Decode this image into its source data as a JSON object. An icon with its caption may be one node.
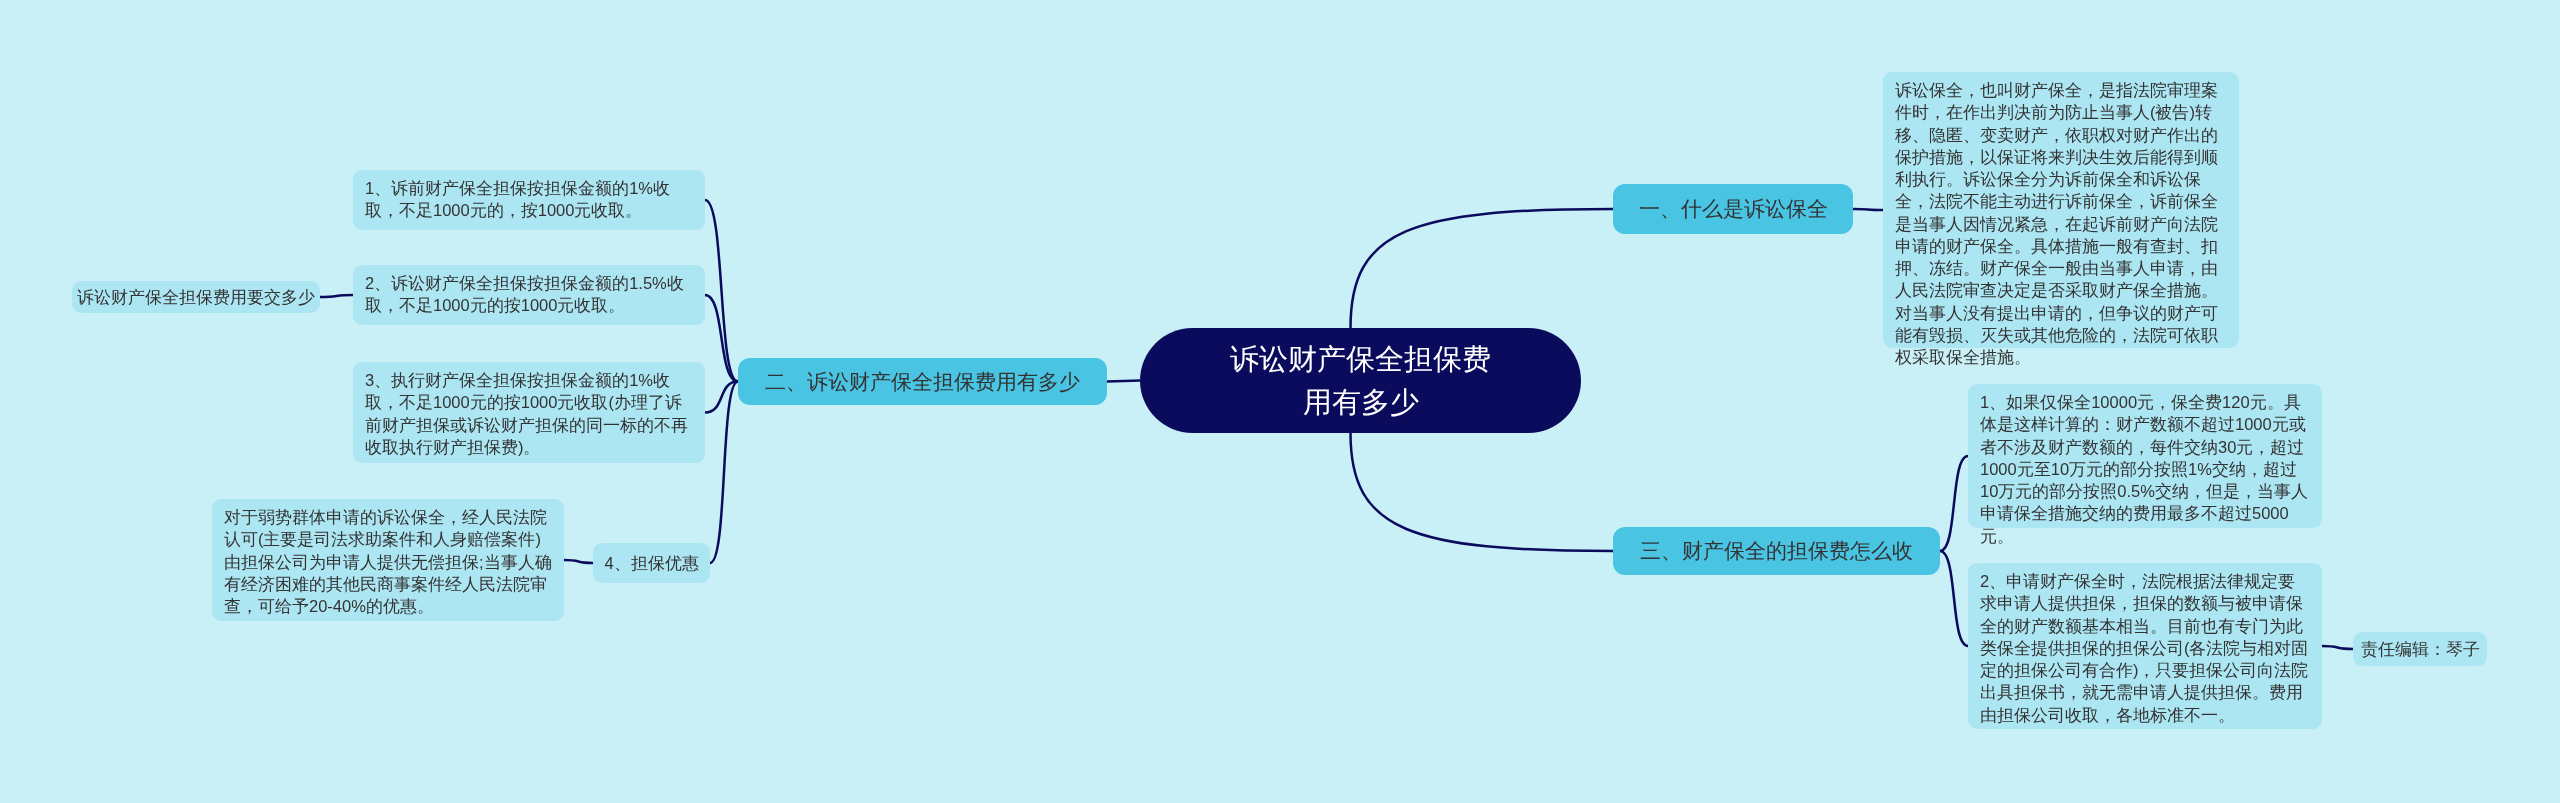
{
  "diagram": {
    "nodes": [
      {
        "text": [
          "诉讼财产保全担保费用有多少"
        ]
      },
      {
        "text": [
          "一、什么是诉讼保全"
        ]
      },
      {
        "text": [
          "诉讼保全，也叫财产保全，是指法院审理案件时，在作出判决前为防止当事人(被告)转移、隐匿、变卖财产，依职权对财产作出的保护措施，以保证将来判决生效后能得到顺利执行。诉讼保全分为诉前保全和诉讼保全，法院不能主动进行诉前保全，诉前保全是当事人因情况紧急，在起诉前财产向法院申请的财产保全。具体措施一般有查封、扣押、冻结。财产保全一般由当事人申请，由人民法院审查决定是否采取财产保全措施。对当事人没有提出申请的，但争议的财产可能有毁损、灭失或其他危险的，法院可依职权采取保全措施。"
        ]
      },
      {
        "text": [
          "二、诉讼财产保全担保费用有多少"
        ]
      },
      {
        "text": [
          "1、诉前财产保全担保按担保金额的1%收取，不足1000元的，按1000元收取。"
        ]
      },
      {
        "text": [
          "2、诉讼财产保全担保按担保金额的1.5%收取，不足1000元的按1000元收取。"
        ]
      },
      {
        "text": [
          "诉讼财产保全担保费用要交多少"
        ]
      },
      {
        "text": [
          "3、执行财产保全担保按担保金额的1%收取，不足1000元的按1000元收取(办理了诉前财产担保或诉讼财产担保的同一标的不再收取执行财产担保费)。"
        ]
      },
      {
        "text": [
          "4、担保优惠"
        ]
      },
      {
        "text": [
          "对于弱势群体申请的诉讼保全，经人民法院认可(主要是司法求助案件和人身赔偿案件)由担保公司为申请人提供无偿担保;当事人确有经济困难的其他民商事案件经人民法院审查，可给予20-40%的优惠。"
        ]
      },
      {
        "text": [
          "三、财产保全的担保费怎么收"
        ]
      },
      {
        "text": [
          "1、如果仅保全10000元，保全费120元。具体是这样计算的：财产数额不超过1000元或者不涉及财产数额的，每件交纳30元，超过1000元至10万元的部分按照1%交纳，超过10万元的部分按照0.5%交纳，但是，当事人申请保全措施交纳的费用最多不超过5000元。"
        ]
      },
      {
        "text": [
          "2、申请财产保全时，法院根据法律规定要求申请人提供担保，担保的数额与被申请保全的财产数额基本相当。目前也有专门为此类保全提供担保的担保公司(各法院与相对固定的担保公司有合作)，只要担保公司向法院出具担保书，就无需申请人提供担保。费用由担保公司收取，各地标准不一。"
        ]
      },
      {
        "text": [
          "责任编辑：琴子"
        ]
      }
    ],
    "edges": [
      {
        "from": 0,
        "to": 1,
        "arrow": "none"
      },
      {
        "from": 1,
        "to": 2,
        "arrow": "none"
      },
      {
        "from": 0,
        "to": 3,
        "arrow": "none"
      },
      {
        "from": 3,
        "to": 4,
        "arrow": "none"
      },
      {
        "from": 3,
        "to": 5,
        "arrow": "none"
      },
      {
        "from": 5,
        "to": 6,
        "arrow": "none"
      },
      {
        "from": 3,
        "to": 7,
        "arrow": "none"
      },
      {
        "from": 3,
        "to": 8,
        "arrow": "none"
      },
      {
        "from": 8,
        "to": 9,
        "arrow": "none"
      },
      {
        "from": 0,
        "to": 10,
        "arrow": "none"
      },
      {
        "from": 10,
        "to": 11,
        "arrow": "none"
      },
      {
        "from": 10,
        "to": 12,
        "arrow": "none"
      },
      {
        "from": 12,
        "to": 13,
        "arrow": "none"
      }
    ]
  }
}
